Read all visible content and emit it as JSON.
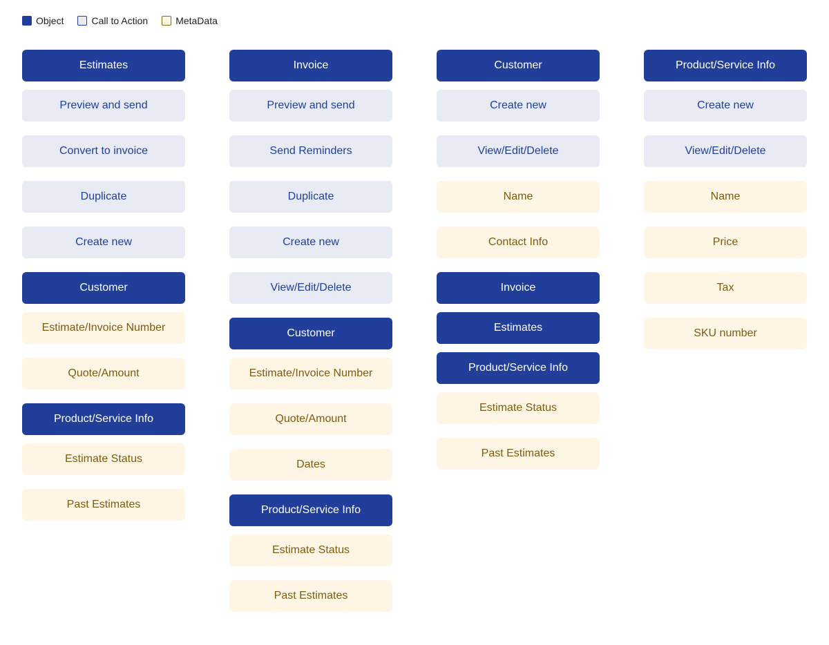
{
  "legend": [
    {
      "label": "Object",
      "kind": "object"
    },
    {
      "label": "Call to Action",
      "kind": "cta"
    },
    {
      "label": "MetaData",
      "kind": "meta"
    }
  ],
  "colors": {
    "object_bg": "#213f9a",
    "object_text": "#ffffff",
    "cta_bg": "#e8ebf4",
    "cta_text": "#213f9a",
    "meta_bg": "#fff6e5",
    "meta_text": "#7d5b10"
  },
  "columns": [
    {
      "items": [
        {
          "label": "Estimates",
          "kind": "object"
        },
        {
          "label": "Preview and send",
          "kind": "cta"
        },
        {
          "label": "Convert to invoice",
          "kind": "cta"
        },
        {
          "label": "Duplicate",
          "kind": "cta"
        },
        {
          "label": "Create new",
          "kind": "cta"
        },
        {
          "label": "Customer",
          "kind": "object"
        },
        {
          "label": "Estimate/Invoice Number",
          "kind": "meta"
        },
        {
          "label": "Quote/Amount",
          "kind": "meta"
        },
        {
          "label": "Product/Service Info",
          "kind": "object"
        },
        {
          "label": "Estimate Status",
          "kind": "meta"
        },
        {
          "label": "Past Estimates",
          "kind": "meta"
        }
      ]
    },
    {
      "items": [
        {
          "label": "Invoice",
          "kind": "object"
        },
        {
          "label": "Preview and send",
          "kind": "cta"
        },
        {
          "label": "Send Reminders",
          "kind": "cta"
        },
        {
          "label": "Duplicate",
          "kind": "cta"
        },
        {
          "label": "Create new",
          "kind": "cta"
        },
        {
          "label": "View/Edit/Delete",
          "kind": "cta"
        },
        {
          "label": "Customer",
          "kind": "object"
        },
        {
          "label": "Estimate/Invoice Number",
          "kind": "meta"
        },
        {
          "label": "Quote/Amount",
          "kind": "meta"
        },
        {
          "label": "Dates",
          "kind": "meta"
        },
        {
          "label": "Product/Service Info",
          "kind": "object"
        },
        {
          "label": "Estimate Status",
          "kind": "meta"
        },
        {
          "label": "Past Estimates",
          "kind": "meta"
        }
      ]
    },
    {
      "items": [
        {
          "label": "Customer",
          "kind": "object"
        },
        {
          "label": "Create new",
          "kind": "cta"
        },
        {
          "label": "View/Edit/Delete",
          "kind": "cta"
        },
        {
          "label": "Name",
          "kind": "meta"
        },
        {
          "label": "Contact Info",
          "kind": "meta"
        },
        {
          "label": "Invoice",
          "kind": "object"
        },
        {
          "label": "Estimates",
          "kind": "object"
        },
        {
          "label": "Product/Service Info",
          "kind": "object"
        },
        {
          "label": "Estimate Status",
          "kind": "meta"
        },
        {
          "label": "Past Estimates",
          "kind": "meta"
        }
      ]
    },
    {
      "items": [
        {
          "label": "Product/Service Info",
          "kind": "object"
        },
        {
          "label": "Create new",
          "kind": "cta"
        },
        {
          "label": "View/Edit/Delete",
          "kind": "cta"
        },
        {
          "label": "Name",
          "kind": "meta"
        },
        {
          "label": "Price",
          "kind": "meta"
        },
        {
          "label": "Tax",
          "kind": "meta"
        },
        {
          "label": "SKU number",
          "kind": "meta"
        }
      ]
    }
  ]
}
